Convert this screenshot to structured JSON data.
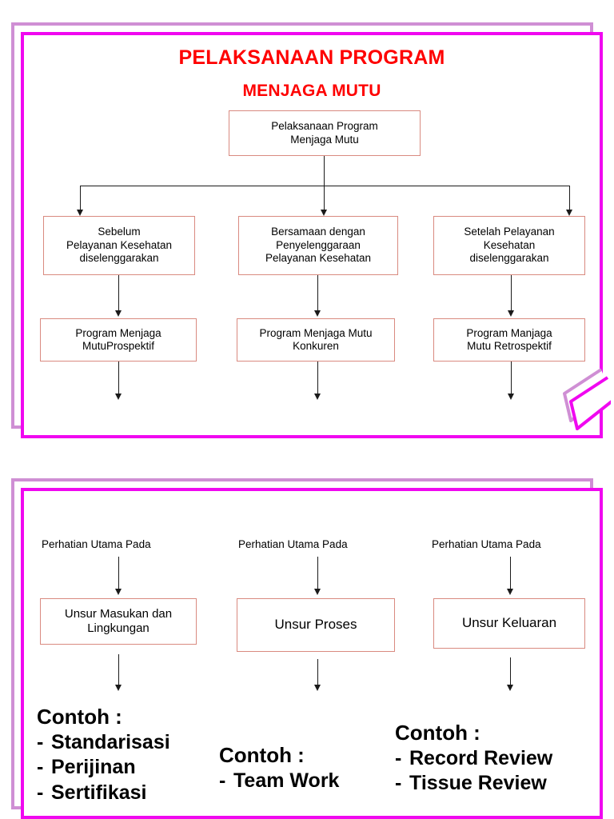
{
  "slide1": {
    "title_line1": "PELAKSANAAN PROGRAM",
    "title_line2": "MENJAGA MUTU",
    "root_box": "Pelaksanaan Program\nMenjaga Mutu",
    "timing_boxes": [
      "Sebelum\nPelayanan Kesehatan\ndiselenggarakan",
      "Bersamaan dengan\nPenyelenggaraan\nPelayanan Kesehatan",
      "Setelah Pelayanan\nKesehatan\ndiselenggarakan"
    ],
    "program_boxes": [
      "Program Menjaga\nMutuProspektif",
      "Program Menjaga Mutu\nKonkuren",
      "Program Manjaga\nMutu Retrospektif"
    ]
  },
  "slide2": {
    "focus_labels": [
      "Perhatian Utama Pada",
      "Perhatian Utama Pada",
      "Perhatian Utama Pada"
    ],
    "element_boxes": [
      "Unsur Masukan dan\nLingkungan",
      "Unsur Proses",
      "Unsur Keluaran"
    ],
    "examples": [
      {
        "heading": "Contoh :",
        "items": [
          "Standarisasi",
          "Perijinan",
          "Sertifikasi"
        ]
      },
      {
        "heading": "Contoh :",
        "items": [
          "Team Work"
        ]
      },
      {
        "heading": "Contoh :",
        "items": [
          "Record Review",
          "Tissue Review"
        ]
      }
    ],
    "bullet_dash": "-"
  },
  "colors": {
    "title_red": "#fe0000",
    "frame_magenta": "#f008f0",
    "frame_purple": "#cf8fd4",
    "box_border": "#d98a80",
    "connector": "#1a1a1a"
  }
}
